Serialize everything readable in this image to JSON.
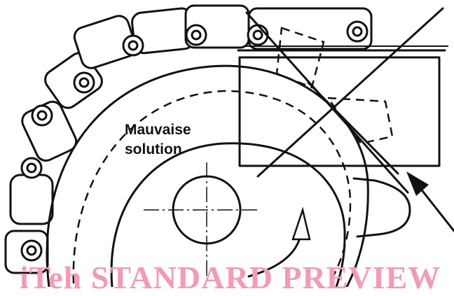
{
  "labels": {
    "line1": "Mauvaise",
    "line2": "solution"
  },
  "watermark": "iTeh STANDARD PREVIEW",
  "colors": {
    "ink": "#111111",
    "watermark": "#f29bb8",
    "background": "#ffffff"
  }
}
